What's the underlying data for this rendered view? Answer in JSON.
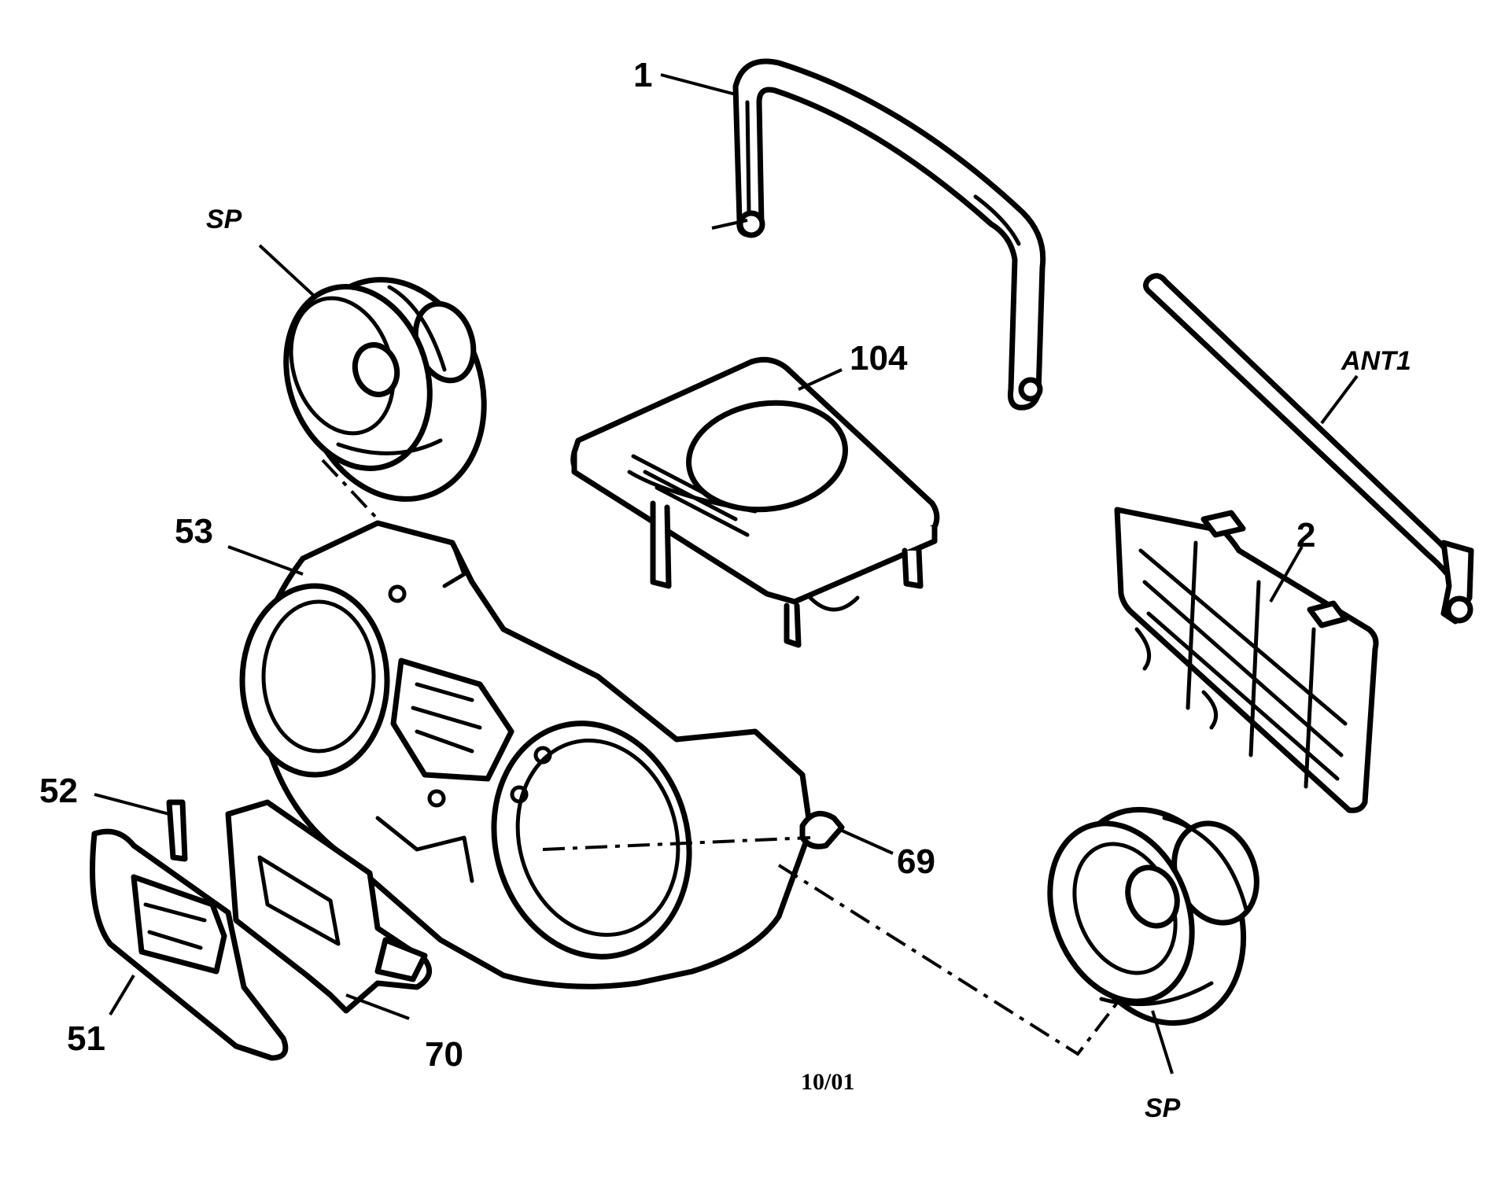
{
  "labels": {
    "handle": "1",
    "antenna": "ANT1",
    "speaker_top": "SP",
    "module": "104",
    "cover": "2",
    "cabinet": "53",
    "part_52": "52",
    "part_51": "51",
    "part_70": "70",
    "part_69": "69",
    "speaker_bottom": "SP"
  },
  "footer": {
    "date": "10/01"
  }
}
